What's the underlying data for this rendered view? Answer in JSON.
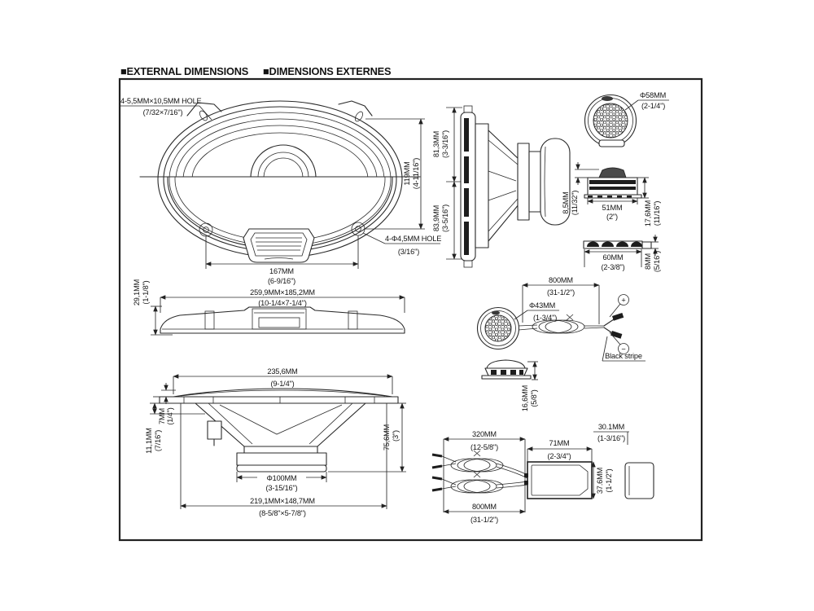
{
  "header": {
    "title_en": "■EXTERNAL DIMENSIONS",
    "title_fr": "■DIMENSIONS EXTERNES"
  },
  "woofer_front": {
    "hole_top_mm": "4-5,5MM×10,5MM HOLE",
    "hole_top_in": "(7/32×7/16\")",
    "height_mm": "119MM",
    "height_in": "(4-11/16\")",
    "hole_bottom_mm": "4-Φ4,5MM HOLE",
    "hole_bottom_in": "(3/16\")",
    "pitch_mm": "167MM",
    "pitch_in": "(6-9/16\")"
  },
  "woofer_top": {
    "depth_mm": "29,1MM",
    "depth_in": "(1-1/8\")",
    "size_mm": "259,9MM×185,2MM",
    "size_in": "(10-1/4×7-1/4\")"
  },
  "woofer_section": {
    "width_mm": "235,6MM",
    "width_in": "(9-1/4\")",
    "grille_mm": "7MM",
    "grille_in": "(1/4\")",
    "protrusion_mm": "11,1MM",
    "protrusion_in": "(7/16\")",
    "depth_mm": "75,6MM",
    "depth_in": "(3\")",
    "magnet_mm": "Φ100MM",
    "magnet_in": "(3-15/16\")",
    "cutout_mm": "219,1MM×148,7MM",
    "cutout_in": "(8-5/8\"×5-7/8\")"
  },
  "woofer_side": {
    "upper_mm": "81,3MM",
    "upper_in": "(3-3/16\")",
    "lower_mm": "83,9MM",
    "lower_in": "(3-5/16\")"
  },
  "tweeter_front": {
    "dia_mm": "Φ58MM",
    "dia_in": "(2-1/4\")"
  },
  "tweeter_side": {
    "dome_mm": "8,5MM",
    "dome_in": "(11/32\")",
    "width_mm": "51MM",
    "width_in": "(2\")",
    "height_mm": "17,6MM",
    "height_in": "(11/16\")"
  },
  "tweeter_grille": {
    "width_mm": "60MM",
    "width_in": "(2-3/8\")",
    "height_mm": "8MM",
    "height_in": "(5/16\")"
  },
  "tweeter_wire": {
    "len_mm": "800MM",
    "len_in": "(31-1/2\")",
    "dia_mm": "Φ43MM",
    "dia_in": "(1-3/4\")",
    "plus": "+",
    "minus": "−",
    "black_stripe": "Black stripe"
  },
  "tweeter_mount": {
    "height_mm": "16,6MM",
    "height_in": "(5/8\")"
  },
  "crossover": {
    "wire_front_mm": "320MM",
    "wire_front_in": "(12-5/8\")",
    "width_mm": "71MM",
    "width_in": "(2-3/4\")",
    "depth_mm": "30.1MM",
    "depth_in": "(1-3/16\")",
    "height_mm": "37.6MM",
    "height_in": "(1-1/2\")",
    "wire_total_mm": "800MM",
    "wire_total_in": "(31-1/2\")"
  }
}
